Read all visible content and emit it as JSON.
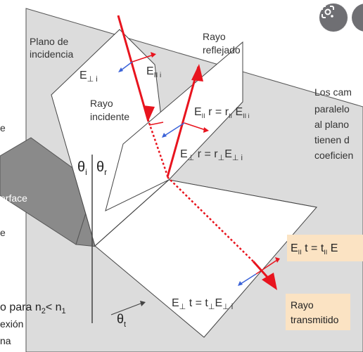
{
  "diagram": {
    "plane_label_line1": "Plano de",
    "plane_label_line2": "incidencia",
    "reflected_label_line1": "Rayo",
    "reflected_label_line2": "reflejado",
    "incident_label_line1": "Rayo",
    "incident_label_line2": "incidente",
    "transmitted_label_line1": "Rayo",
    "transmitted_label_line2": "transmitido",
    "interface_label_right": "Interface",
    "interface_label_left": "erface",
    "left_edge_1": "e",
    "left_edge_2": "e",
    "theta_i": "θ",
    "theta_i_sub": "i",
    "theta_r": "θ",
    "theta_r_sub": "r",
    "theta_t": "θ",
    "theta_t_sub": "t",
    "e_perp_i": "E",
    "e_perp_i_sub": "⊥ i",
    "e_par_i": "E",
    "e_par_i_sub": "II i",
    "e_par_r_eq": "E",
    "e_par_r_sub": "II",
    "e_par_r_rest": " r  =  r",
    "e_par_r_coef_sub": "II",
    "e_par_r_E": " E",
    "e_par_r_tail_sub": "II i",
    "e_perp_r": "E",
    "e_perp_r_sub": "⊥",
    "e_perp_r_rest": " r  =  r",
    "e_perp_r_coef_sub": "⊥",
    "e_perp_r_E": "E",
    "e_perp_r_tail_sub": "⊥ i",
    "e_par_t": "E",
    "e_par_t_sub": "II",
    "e_par_t_rest": " t  =  t",
    "e_par_t_coef_sub": "II",
    "e_par_t_tail": " E",
    "e_perp_t": "E",
    "e_perp_t_sub": "⊥",
    "e_perp_t_rest": " t  =  t",
    "e_perp_t_coef_sub": "⊥",
    "e_perp_t_E": "E",
    "e_perp_t_tail_sub": "⊥ i",
    "bottom_line1_prefix": "o para  n",
    "bottom_line1_sub2": "2",
    "bottom_line1_lt": "< n",
    "bottom_line1_sub1": "1",
    "bottom_line2": "exión",
    "bottom_line3": "na",
    "right_text": [
      "Los cam",
      "paralelo",
      "al plano",
      "tienen d",
      "coeficien"
    ]
  },
  "colors": {
    "ray": "#e8141e",
    "blue_vector": "#3b63d8",
    "label_bg": "#fbe3c3",
    "plane_fill": "#dcdcdc",
    "interface_fill": "#8a8a8a"
  },
  "icons": {
    "lens": "google-lens-icon"
  }
}
